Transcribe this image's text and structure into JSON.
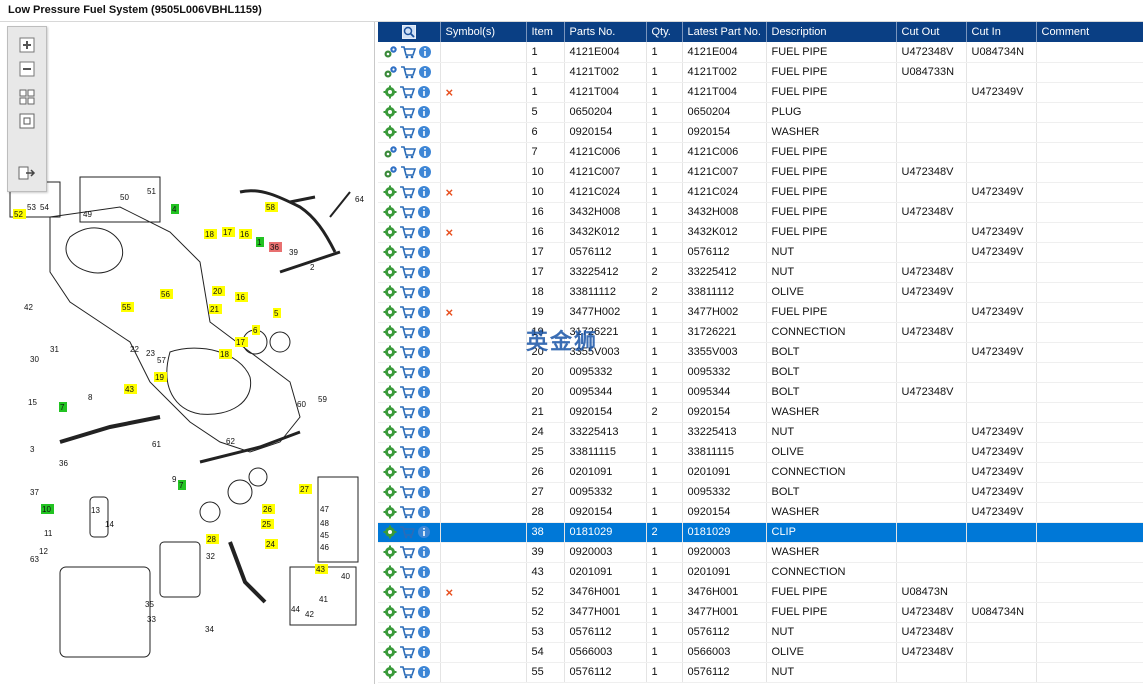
{
  "window": {
    "title": "Low Pressure Fuel System (9505L006VBHL1159)"
  },
  "diagram": {
    "callouts": [
      "52",
      "53",
      "54",
      "49",
      "50",
      "51",
      "4",
      "18",
      "17",
      "16",
      "1",
      "36",
      "39",
      "58",
      "64",
      "2",
      "42",
      "55",
      "56",
      "20",
      "21",
      "16",
      "5",
      "31",
      "30",
      "15",
      "7",
      "8",
      "43",
      "19",
      "57",
      "22",
      "23",
      "18",
      "17",
      "6",
      "60",
      "59",
      "61",
      "62",
      "9",
      "7",
      "10",
      "13",
      "14",
      "37",
      "36",
      "3",
      "11",
      "12",
      "63",
      "35",
      "32",
      "33",
      "34",
      "28",
      "25",
      "26",
      "24",
      "27",
      "43",
      "40",
      "41",
      "42",
      "47",
      "48",
      "45",
      "46",
      "44"
    ],
    "highlight_color": "#ffff00",
    "green_color": "#22c322",
    "red_color": "#e87070"
  },
  "toolbar": {
    "zoom_in": "zoom-in-icon",
    "zoom_out": "zoom-out-icon",
    "fit_all": "fit-all-icon",
    "fit_window": "fit-window-icon",
    "export": "export-icon"
  },
  "table": {
    "columns": [
      "",
      "Symbol(s)",
      "Item",
      "Parts No.",
      "Qty.",
      "Latest Part No.",
      "Description",
      "Cut Out",
      "Cut In",
      "Comment"
    ],
    "rows": [
      {
        "flag": "multi",
        "sym": "",
        "item": "1",
        "part": "4121E004",
        "qty": "1",
        "latest": "4121E004",
        "desc": "FUEL PIPE",
        "out": "U472348V",
        "in": "U084734N",
        "comment": ""
      },
      {
        "flag": "multi",
        "sym": "",
        "item": "1",
        "part": "4121T002",
        "qty": "1",
        "latest": "4121T002",
        "desc": "FUEL PIPE",
        "out": "U084733N",
        "in": "",
        "comment": ""
      },
      {
        "flag": "gear",
        "sym": "×",
        "item": "1",
        "part": "4121T004",
        "qty": "1",
        "latest": "4121T004",
        "desc": "FUEL PIPE",
        "out": "",
        "in": "U472349V",
        "comment": ""
      },
      {
        "flag": "gear",
        "sym": "",
        "item": "5",
        "part": "0650204",
        "qty": "1",
        "latest": "0650204",
        "desc": "PLUG",
        "out": "",
        "in": "",
        "comment": ""
      },
      {
        "flag": "gear",
        "sym": "",
        "item": "6",
        "part": "0920154",
        "qty": "1",
        "latest": "0920154",
        "desc": "WASHER",
        "out": "",
        "in": "",
        "comment": ""
      },
      {
        "flag": "multi",
        "sym": "",
        "item": "7",
        "part": "4121C006",
        "qty": "1",
        "latest": "4121C006",
        "desc": "FUEL PIPE",
        "out": "",
        "in": "",
        "comment": ""
      },
      {
        "flag": "multi",
        "sym": "",
        "item": "10",
        "part": "4121C007",
        "qty": "1",
        "latest": "4121C007",
        "desc": "FUEL PIPE",
        "out": "U472348V",
        "in": "",
        "comment": ""
      },
      {
        "flag": "gear",
        "sym": "×",
        "item": "10",
        "part": "4121C024",
        "qty": "1",
        "latest": "4121C024",
        "desc": "FUEL PIPE",
        "out": "",
        "in": "U472349V",
        "comment": ""
      },
      {
        "flag": "gear",
        "sym": "",
        "item": "16",
        "part": "3432H008",
        "qty": "1",
        "latest": "3432H008",
        "desc": "FUEL PIPE",
        "out": "U472348V",
        "in": "",
        "comment": ""
      },
      {
        "flag": "gear",
        "sym": "×",
        "item": "16",
        "part": "3432K012",
        "qty": "1",
        "latest": "3432K012",
        "desc": "FUEL PIPE",
        "out": "",
        "in": "U472349V",
        "comment": ""
      },
      {
        "flag": "gear",
        "sym": "",
        "item": "17",
        "part": "0576112",
        "qty": "1",
        "latest": "0576112",
        "desc": "NUT",
        "out": "",
        "in": "U472349V",
        "comment": ""
      },
      {
        "flag": "gear",
        "sym": "",
        "item": "17",
        "part": "33225412",
        "qty": "2",
        "latest": "33225412",
        "desc": "NUT",
        "out": "U472348V",
        "in": "",
        "comment": ""
      },
      {
        "flag": "gear",
        "sym": "",
        "item": "18",
        "part": "33811112",
        "qty": "2",
        "latest": "33811112",
        "desc": "OLIVE",
        "out": "U472349V",
        "in": "",
        "comment": ""
      },
      {
        "flag": "gear",
        "sym": "×",
        "item": "19",
        "part": "3477H002",
        "qty": "1",
        "latest": "3477H002",
        "desc": "FUEL PIPE",
        "out": "",
        "in": "U472349V",
        "comment": ""
      },
      {
        "flag": "gear",
        "sym": "",
        "item": "19",
        "part": "31726221",
        "qty": "1",
        "latest": "31726221",
        "desc": "CONNECTION",
        "out": "U472348V",
        "in": "",
        "comment": ""
      },
      {
        "flag": "gear",
        "sym": "",
        "item": "20",
        "part": "3355V003",
        "qty": "1",
        "latest": "3355V003",
        "desc": "BOLT",
        "out": "",
        "in": "U472349V",
        "comment": ""
      },
      {
        "flag": "gear",
        "sym": "",
        "item": "20",
        "part": "0095332",
        "qty": "1",
        "latest": "0095332",
        "desc": "BOLT",
        "out": "",
        "in": "",
        "comment": ""
      },
      {
        "flag": "gear",
        "sym": "",
        "item": "20",
        "part": "0095344",
        "qty": "1",
        "latest": "0095344",
        "desc": "BOLT",
        "out": "U472348V",
        "in": "",
        "comment": ""
      },
      {
        "flag": "gear",
        "sym": "",
        "item": "21",
        "part": "0920154",
        "qty": "2",
        "latest": "0920154",
        "desc": "WASHER",
        "out": "",
        "in": "",
        "comment": ""
      },
      {
        "flag": "gear",
        "sym": "",
        "item": "24",
        "part": "33225413",
        "qty": "1",
        "latest": "33225413",
        "desc": "NUT",
        "out": "",
        "in": "U472349V",
        "comment": ""
      },
      {
        "flag": "gear",
        "sym": "",
        "item": "25",
        "part": "33811115",
        "qty": "1",
        "latest": "33811115",
        "desc": "OLIVE",
        "out": "",
        "in": "U472349V",
        "comment": ""
      },
      {
        "flag": "gear",
        "sym": "",
        "item": "26",
        "part": "0201091",
        "qty": "1",
        "latest": "0201091",
        "desc": "CONNECTION",
        "out": "",
        "in": "U472349V",
        "comment": ""
      },
      {
        "flag": "gear",
        "sym": "",
        "item": "27",
        "part": "0095332",
        "qty": "1",
        "latest": "0095332",
        "desc": "BOLT",
        "out": "",
        "in": "U472349V",
        "comment": ""
      },
      {
        "flag": "gear",
        "sym": "",
        "item": "28",
        "part": "0920154",
        "qty": "1",
        "latest": "0920154",
        "desc": "WASHER",
        "out": "",
        "in": "U472349V",
        "comment": ""
      },
      {
        "flag": "gear",
        "sym": "",
        "item": "38",
        "part": "0181029",
        "qty": "2",
        "latest": "0181029",
        "desc": "CLIP",
        "out": "",
        "in": "",
        "comment": "",
        "selected": true
      },
      {
        "flag": "gear",
        "sym": "",
        "item": "39",
        "part": "0920003",
        "qty": "1",
        "latest": "0920003",
        "desc": "WASHER",
        "out": "",
        "in": "",
        "comment": ""
      },
      {
        "flag": "gear",
        "sym": "",
        "item": "43",
        "part": "0201091",
        "qty": "1",
        "latest": "0201091",
        "desc": "CONNECTION",
        "out": "",
        "in": "",
        "comment": ""
      },
      {
        "flag": "gear",
        "sym": "×",
        "item": "52",
        "part": "3476H001",
        "qty": "1",
        "latest": "3476H001",
        "desc": "FUEL PIPE",
        "out": "U08473N",
        "in": "",
        "comment": ""
      },
      {
        "flag": "gear",
        "sym": "",
        "item": "52",
        "part": "3477H001",
        "qty": "1",
        "latest": "3477H001",
        "desc": "FUEL PIPE",
        "out": "U472348V",
        "in": "U084734N",
        "comment": ""
      },
      {
        "flag": "gear",
        "sym": "",
        "item": "53",
        "part": "0576112",
        "qty": "1",
        "latest": "0576112",
        "desc": "NUT",
        "out": "U472348V",
        "in": "",
        "comment": ""
      },
      {
        "flag": "gear",
        "sym": "",
        "item": "54",
        "part": "0566003",
        "qty": "1",
        "latest": "0566003",
        "desc": "OLIVE",
        "out": "U472348V",
        "in": "",
        "comment": ""
      },
      {
        "flag": "gear",
        "sym": "",
        "item": "55",
        "part": "0576112",
        "qty": "1",
        "latest": "0576112",
        "desc": "NUT",
        "out": "",
        "in": "",
        "comment": ""
      }
    ]
  },
  "watermark": {
    "text": "英金狮"
  },
  "colors": {
    "header_bg": "#0a3f84",
    "selected_row": "#0078d7",
    "cross": "#e8501f"
  }
}
